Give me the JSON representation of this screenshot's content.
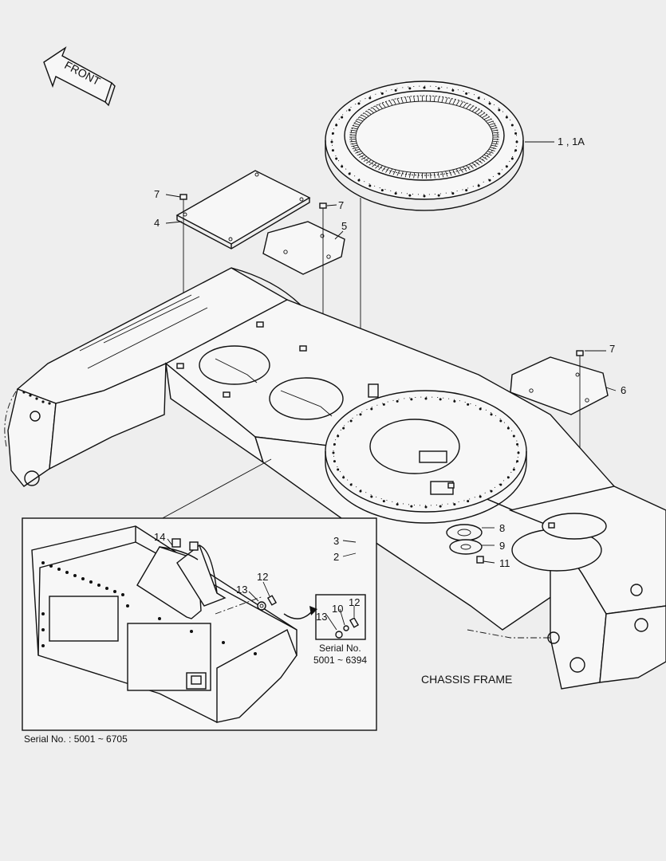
{
  "front_arrow": {
    "label": "FRONT"
  },
  "callouts": {
    "c1": "1 , 1A",
    "c2": "2",
    "c3": "3",
    "c4": "4",
    "c5": "5",
    "c6": "6",
    "c7a": "7",
    "c7b": "7",
    "c7c": "7",
    "c8": "8",
    "c9": "9",
    "c10": "10",
    "c11": "11",
    "c12a": "12",
    "c12b": "12",
    "c13a": "13",
    "c13b": "13",
    "c14": "14"
  },
  "inset_serial": {
    "line1": "Serial No.",
    "line2": "5001 ~ 6394"
  },
  "assembly_title": "CHASSIS FRAME",
  "serial_footer": "Serial No. : 5001 ~ 6705"
}
